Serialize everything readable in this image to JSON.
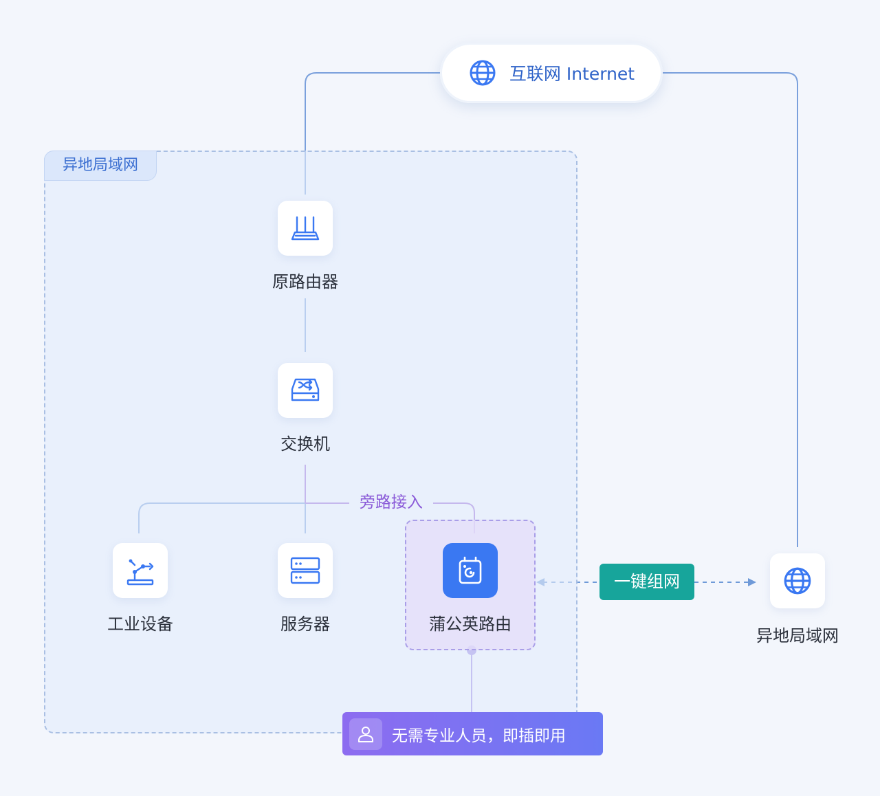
{
  "internet": {
    "label": "互联网 Internet",
    "icon": "globe-icon"
  },
  "lan": {
    "title": "异地局域网"
  },
  "nodes": {
    "router": {
      "label": "原路由器",
      "icon": "router-icon"
    },
    "switch": {
      "label": "交换机",
      "icon": "switch-icon"
    },
    "industrial": {
      "label": "工业设备",
      "icon": "robot-arm-icon"
    },
    "server": {
      "label": "服务器",
      "icon": "server-icon"
    },
    "dandelion": {
      "label": "蒲公英路由",
      "icon": "dandelion-router-icon"
    },
    "remote_lan": {
      "label": "异地局域网",
      "icon": "globe-icon"
    }
  },
  "connections": {
    "bypass_label": "旁路接入",
    "one_click_label": "一键组网"
  },
  "banner": {
    "text": "无需专业人员，即插即用",
    "icon": "user-icon"
  },
  "colors": {
    "background": "#f3f6fc",
    "wire_blue": "#6f9ad8",
    "primary_blue": "#3a78f2",
    "bypass_purple": "#8a5ad8",
    "onekey_teal": "#17a59b",
    "banner_purple": "#8d6cf0"
  }
}
